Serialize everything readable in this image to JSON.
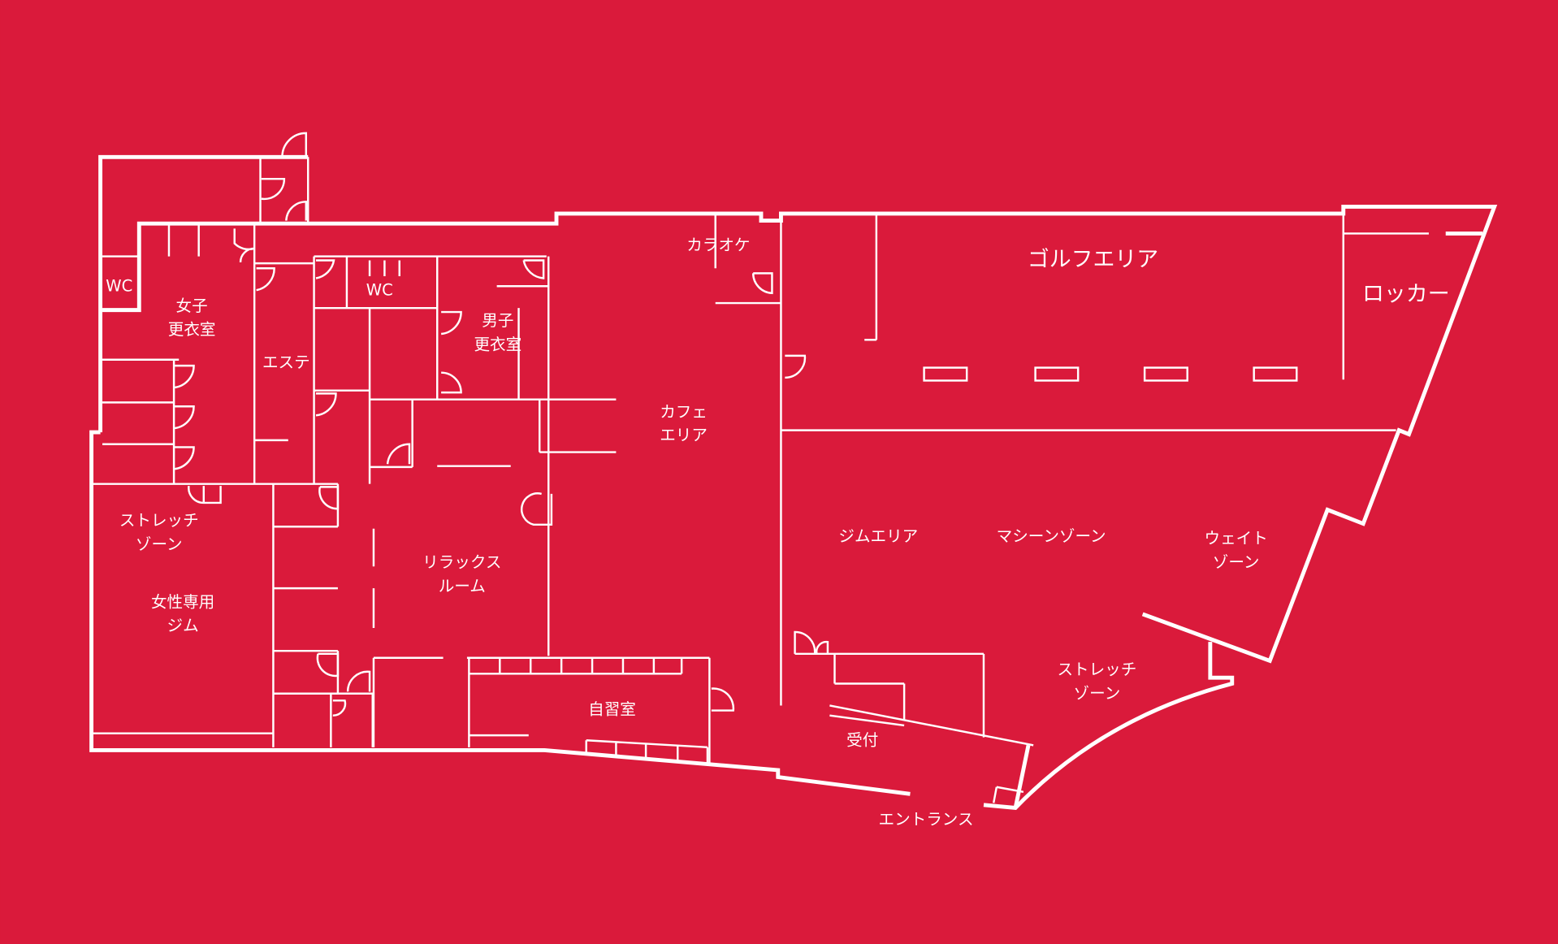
{
  "colors": {
    "background": "#DA1A3B",
    "lines": "#FFFFFF"
  },
  "rooms": {
    "wc_left": "WC",
    "womens_locker": [
      "女子",
      "更衣室"
    ],
    "esthe": "エステ",
    "wc_center": "WC",
    "mens_locker": [
      "男子",
      "更衣室"
    ],
    "karaoke": "カラオケ",
    "cafe": [
      "カフェ",
      "エリア"
    ],
    "golf": "ゴルフエリア",
    "locker": "ロッカー",
    "stretch_left": [
      "ストレッチ",
      "ゾーン"
    ],
    "womens_gym": [
      "女性専用",
      "ジム"
    ],
    "relax": [
      "リラックス",
      "ルーム"
    ],
    "gym_area": "ジムエリア",
    "machine_zone": "マシーンゾーン",
    "weight_zone": [
      "ウェイト",
      "ゾーン"
    ],
    "stretch_right": [
      "ストレッチ",
      "ゾーン"
    ],
    "study_room": "自習室",
    "reception": "受付",
    "entrance": "エントランス"
  }
}
